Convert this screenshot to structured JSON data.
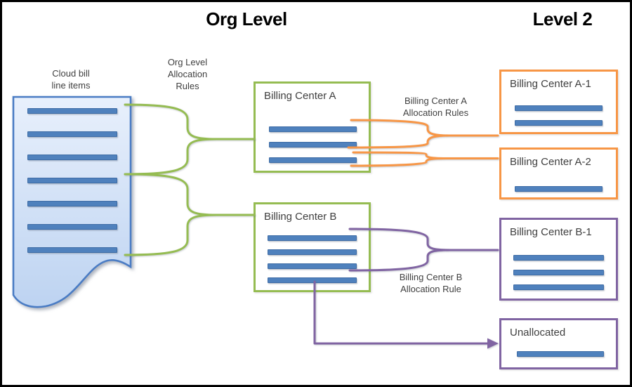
{
  "titles": {
    "org_level": "Org Level",
    "level2": "Level 2"
  },
  "labels": {
    "cloud_bill": {
      "line1": "Cloud bill",
      "line2": "line items"
    },
    "org_allocation_rules": {
      "line1": "Org Level",
      "line2": "Allocation",
      "line3": "Rules"
    },
    "bc_a_allocation_rules": {
      "line1": "Billing Center A",
      "line2": "Allocation Rules"
    },
    "bc_b_allocation_rule": {
      "line1": "Billing Center B",
      "line2": "Allocation Rule"
    }
  },
  "document": {
    "line_item_count": 7
  },
  "boxes": {
    "bc_a": {
      "label": "Billing Center A",
      "bar_count": 3
    },
    "bc_b": {
      "label": "Billing Center B",
      "bar_count": 4
    },
    "bc_a1": {
      "label": "Billing Center A-1",
      "bar_count": 2
    },
    "bc_a2": {
      "label": "Billing Center A-2",
      "bar_count": 1
    },
    "bc_b1": {
      "label": "Billing Center B-1",
      "bar_count": 3
    },
    "unallocated": {
      "label": "Unallocated",
      "bar_count": 1
    }
  },
  "colors": {
    "green": "#95BC52",
    "orange": "#F79646",
    "purple": "#8064A2",
    "bar_blue": "#4F81BD",
    "bar_edge": "#3E6CA5",
    "doc_border": "#4A7CC4",
    "doc_fill_top": "#E8F0FC",
    "doc_fill_bottom": "#BDD3F1",
    "text": "#3F3F3F"
  }
}
